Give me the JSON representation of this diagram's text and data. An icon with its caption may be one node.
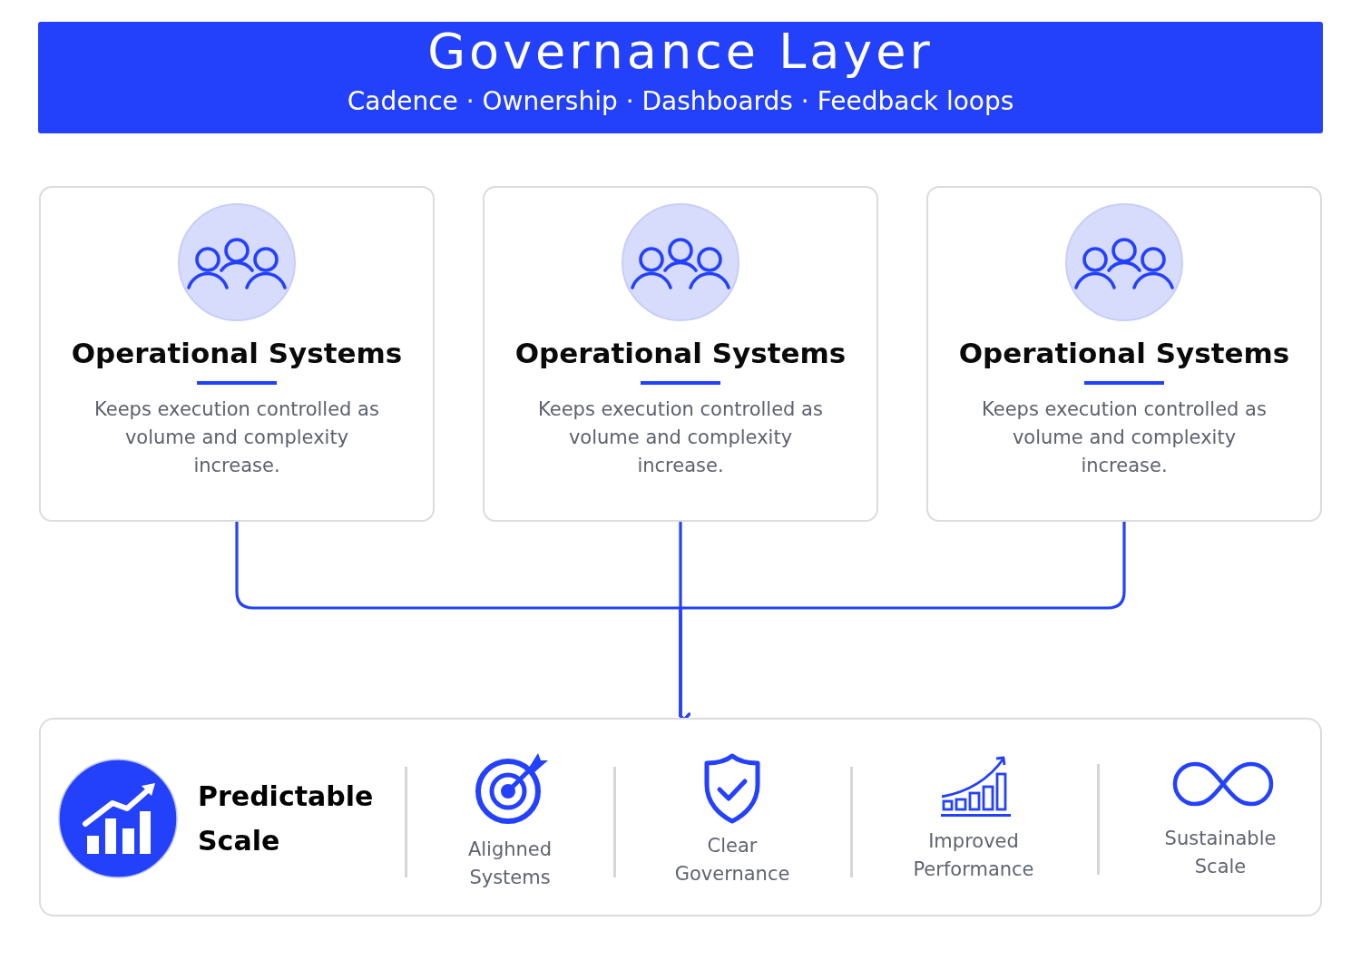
{
  "diagram": {
    "nodes": [
      {
        "text": [
          "Governance Layer",
          "Cadence · Ownership · Dashboards · Feedback loops"
        ]
      },
      {
        "text": [
          "Operational Systems",
          "Keeps execution controlled as volume and complexity increase."
        ]
      },
      {
        "text": [
          "Operational Systems",
          "Keeps execution controlled as volume and complexity increase."
        ]
      },
      {
        "text": [
          "Operational Systems",
          "Keeps execution controlled as volume and complexity increase."
        ]
      },
      {
        "text": [
          "Predictable Scale",
          "Alighned Systems",
          "Clear Governance",
          "Improved Performance",
          "Sustainable Scale"
        ]
      }
    ],
    "edges": [
      {
        "from": 1,
        "to": 4,
        "arrow": "to"
      },
      {
        "from": 2,
        "to": 4,
        "arrow": "to"
      },
      {
        "from": 3,
        "to": 4,
        "arrow": "to"
      }
    ]
  }
}
